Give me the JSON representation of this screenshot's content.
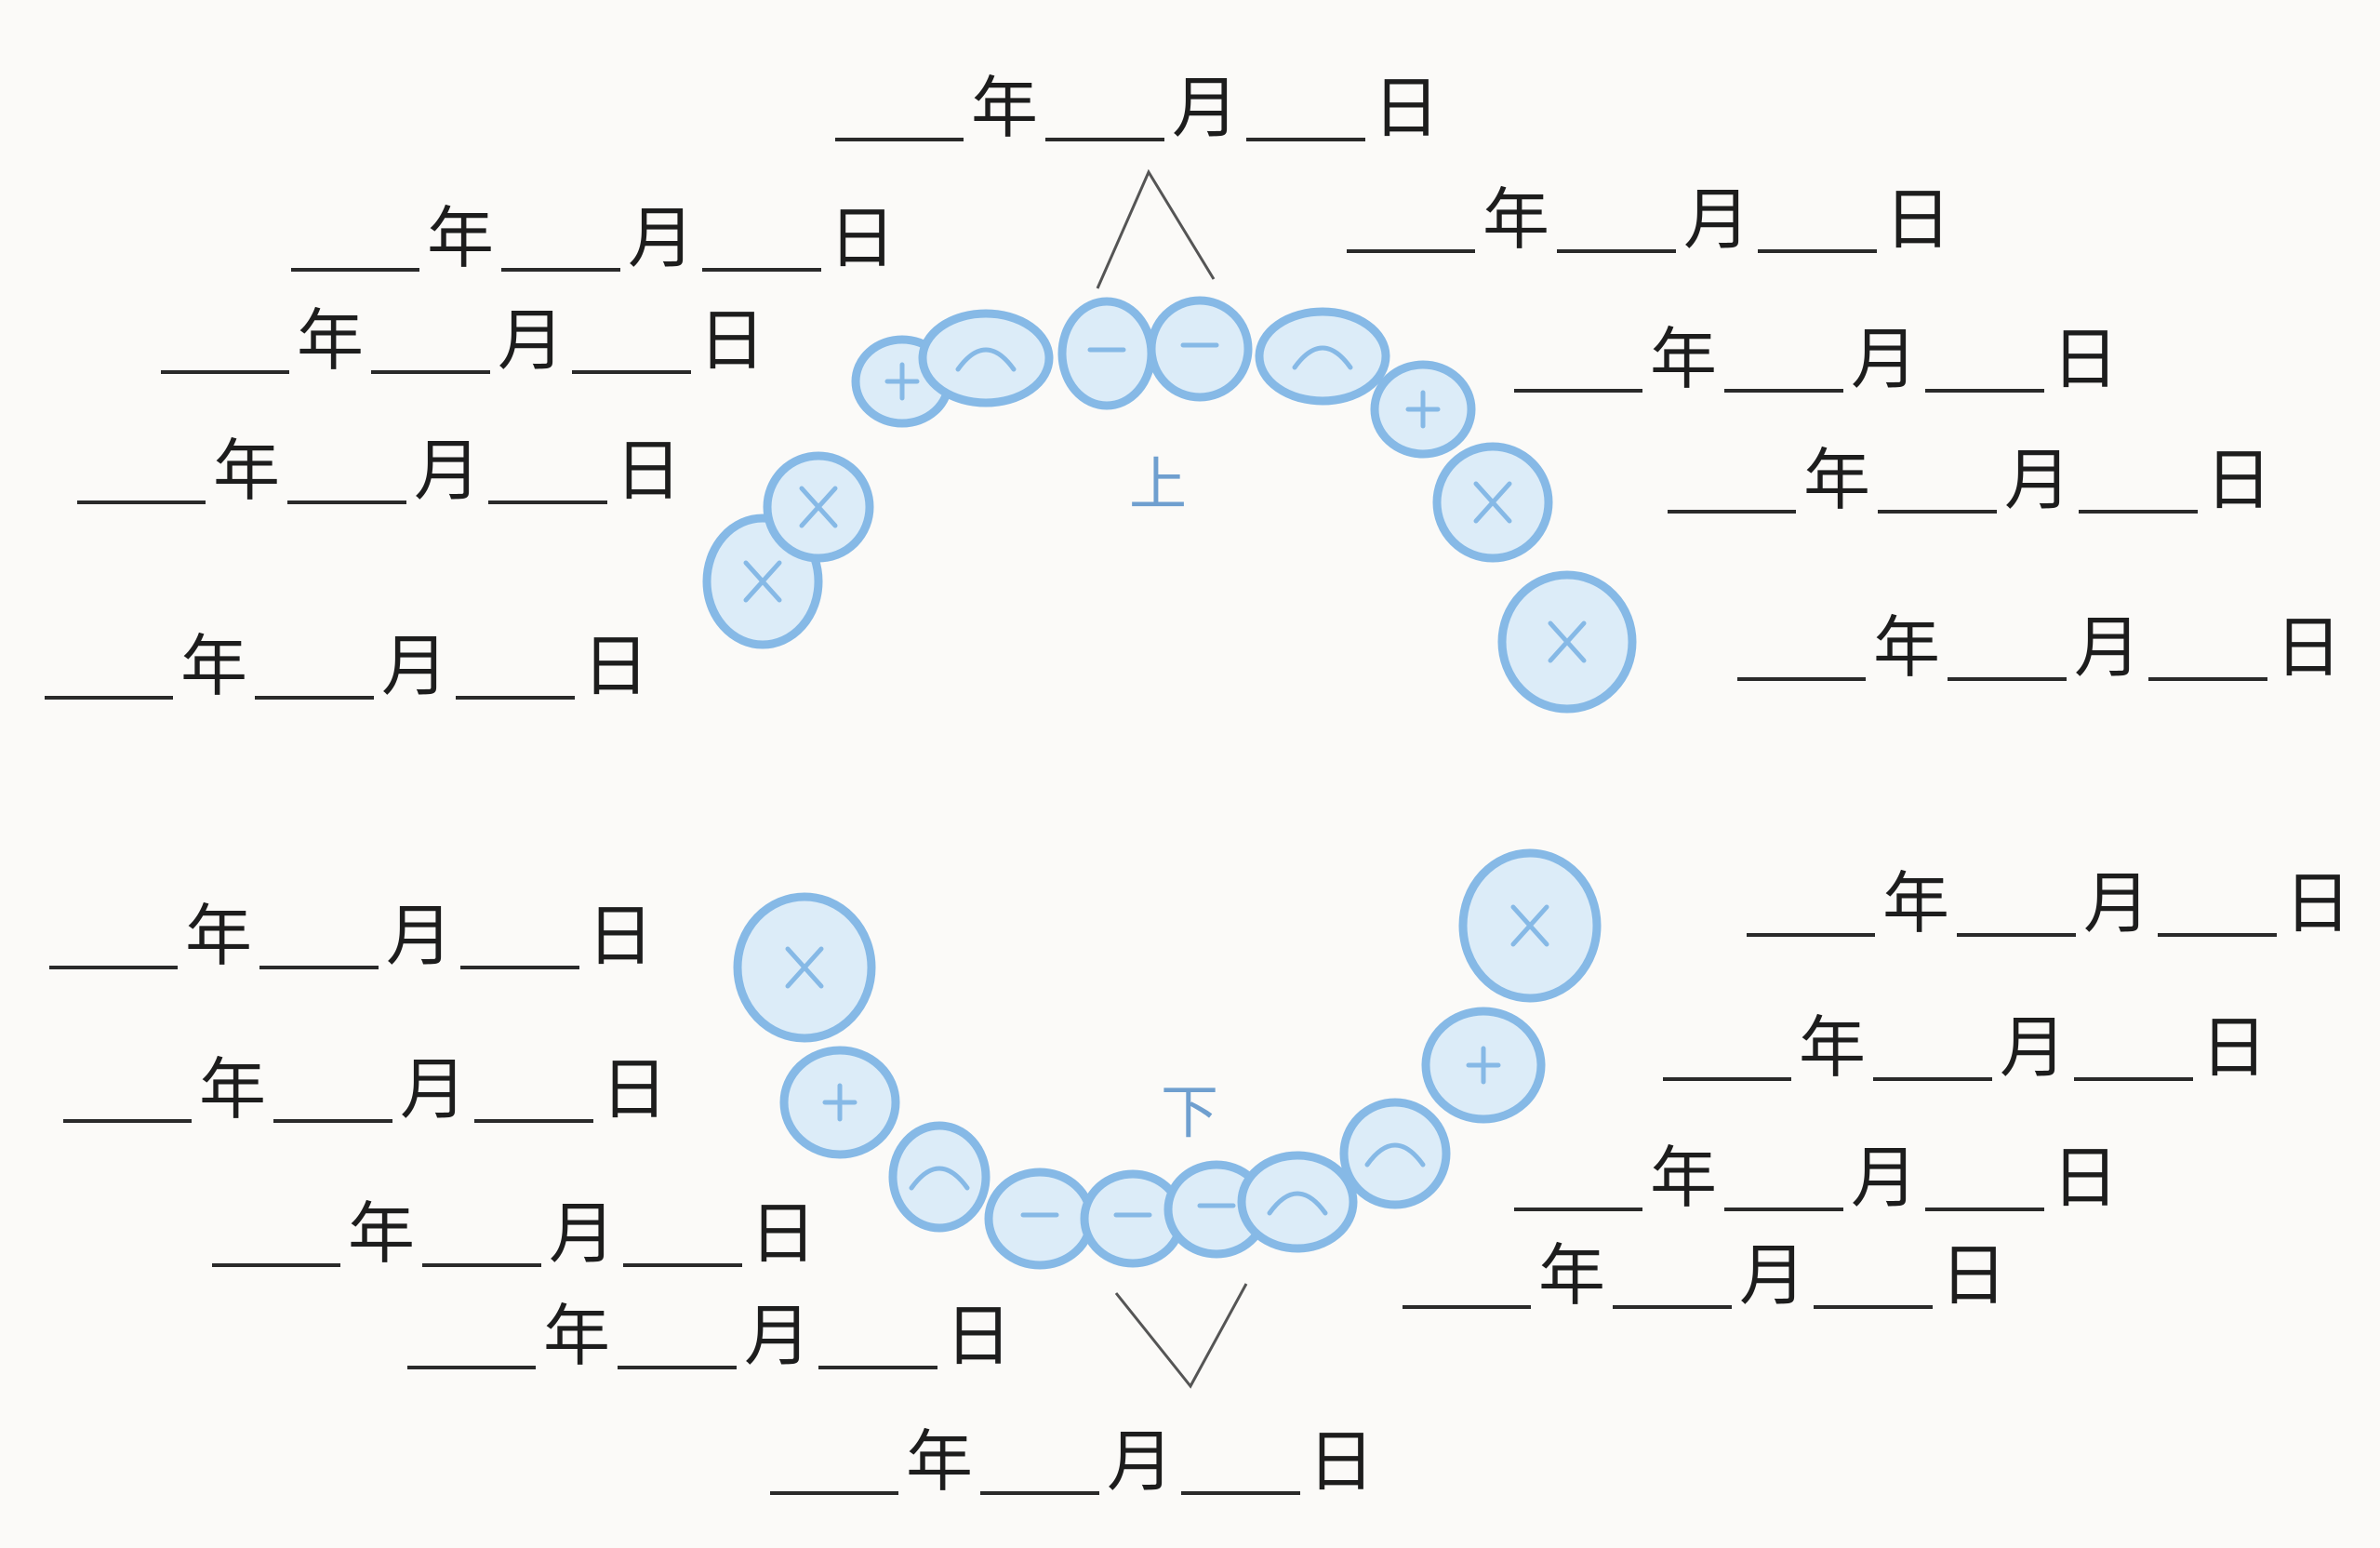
{
  "labels": {
    "upper": "上",
    "lower": "下"
  },
  "date_unit": {
    "year": "年",
    "month": "月",
    "day": "日"
  },
  "colors": {
    "tooth_outline": "#86b9e6",
    "tooth_fill": "#dcecf8",
    "ink": "#1d1d1d"
  },
  "rows": [
    {
      "id": "top-center"
    },
    {
      "id": "upper-left-1"
    },
    {
      "id": "upper-left-2"
    },
    {
      "id": "upper-left-3"
    },
    {
      "id": "upper-left-4"
    },
    {
      "id": "upper-right-1"
    },
    {
      "id": "upper-right-2"
    },
    {
      "id": "upper-right-3"
    },
    {
      "id": "upper-right-4"
    },
    {
      "id": "lower-left-1"
    },
    {
      "id": "lower-left-2"
    },
    {
      "id": "lower-left-3"
    },
    {
      "id": "lower-left-4"
    },
    {
      "id": "lower-right-1"
    },
    {
      "id": "lower-right-2"
    },
    {
      "id": "lower-right-3"
    },
    {
      "id": "lower-right-4"
    },
    {
      "id": "bottom-center"
    }
  ]
}
